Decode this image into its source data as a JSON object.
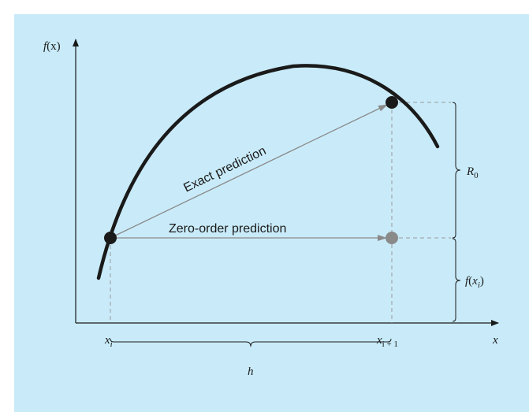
{
  "colors": {
    "background": "#c9ebf9",
    "curve": "#1a1a1a",
    "arrow": "#8a8a8a",
    "dash": "#9a9a9a",
    "exact_point": "#1a1a1a",
    "zero_order_point": "#8a8a8a"
  },
  "axes": {
    "y_label_func": "f",
    "y_label_arg": "(x)",
    "x_label": "x"
  },
  "ticks": {
    "xi_base": "x",
    "xi_sub": "i",
    "xi1_base": "x",
    "xi1_sub": "i + 1"
  },
  "labels": {
    "exact_prediction": "Exact prediction",
    "zero_order_prediction": "Zero-order prediction",
    "remainder_base": "R",
    "remainder_sub": "0",
    "fxi_func": "f",
    "fxi_open": "(",
    "fxi_x": "x",
    "fxi_sub": "i",
    "fxi_close": ")",
    "step": "h"
  }
}
